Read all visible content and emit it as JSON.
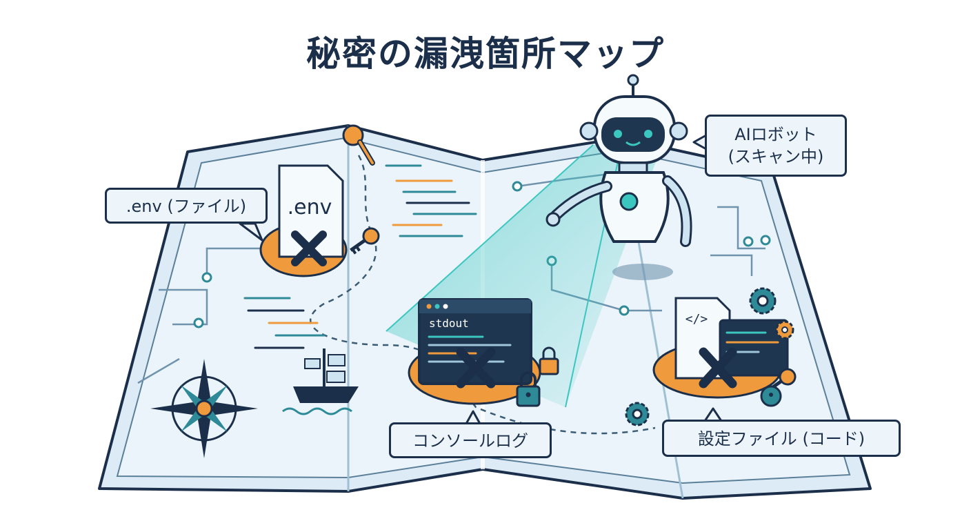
{
  "title": "秘密の漏洩箇所マップ",
  "callouts": {
    "env_file": ".env (ファイル)",
    "robot_line1": "AIロボット",
    "robot_line2": "(スキャン中)",
    "console_log": "コンソールログ",
    "config_file": "設定ファイル (コード)"
  },
  "labels": {
    "env_doc": ".env",
    "terminal": "stdout",
    "code_tag": "</>"
  },
  "colors": {
    "navy": "#1c2f4a",
    "orange": "#ef9a3c",
    "teal": "#2e8a96",
    "map_light": "#e6f1f8"
  }
}
